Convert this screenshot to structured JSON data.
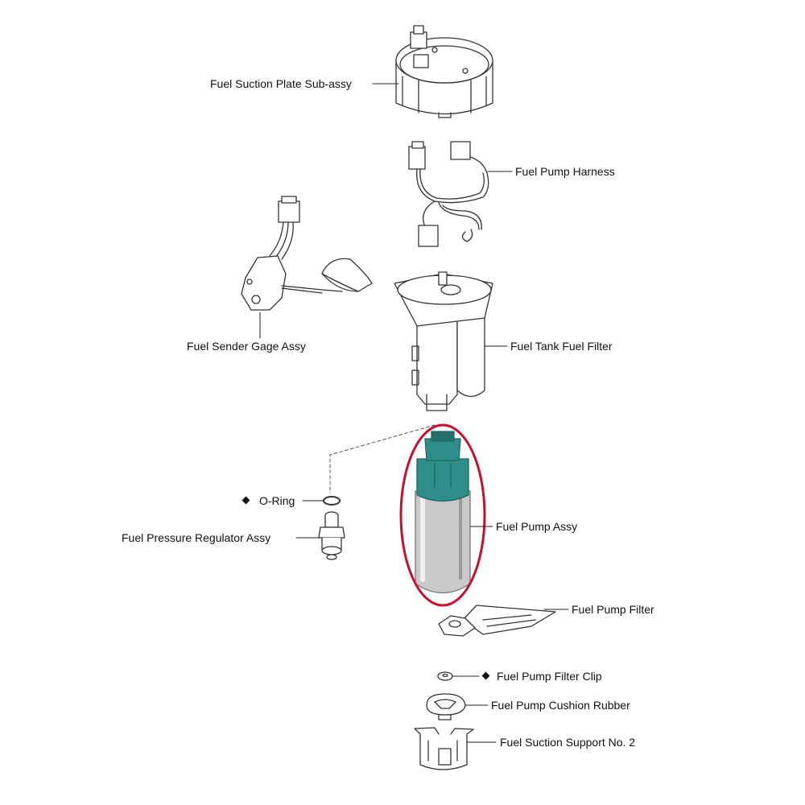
{
  "colors": {
    "outline": "#333333",
    "highlight": "#c8102e",
    "pump_top": "#2e8f8a",
    "pump_body": "#c9c9c9",
    "leader": "#222222"
  },
  "marker_glyph": "◆",
  "labels": {
    "suction_plate": "Fuel Suction Plate Sub-assy",
    "harness": "Fuel Pump Harness",
    "sender_gage": "Fuel Sender Gage Assy",
    "tank_filter": "Fuel Tank Fuel Filter",
    "o_ring": "O-Ring",
    "regulator": "Fuel Pressure Regulator Assy",
    "pump_assy": "Fuel Pump Assy",
    "pump_filter": "Fuel Pump Filter",
    "filter_clip": "Fuel Pump Filter Clip",
    "cushion_rubber": "Fuel Pump Cushion Rubber",
    "suction_support": "Fuel Suction Support No. 2"
  }
}
